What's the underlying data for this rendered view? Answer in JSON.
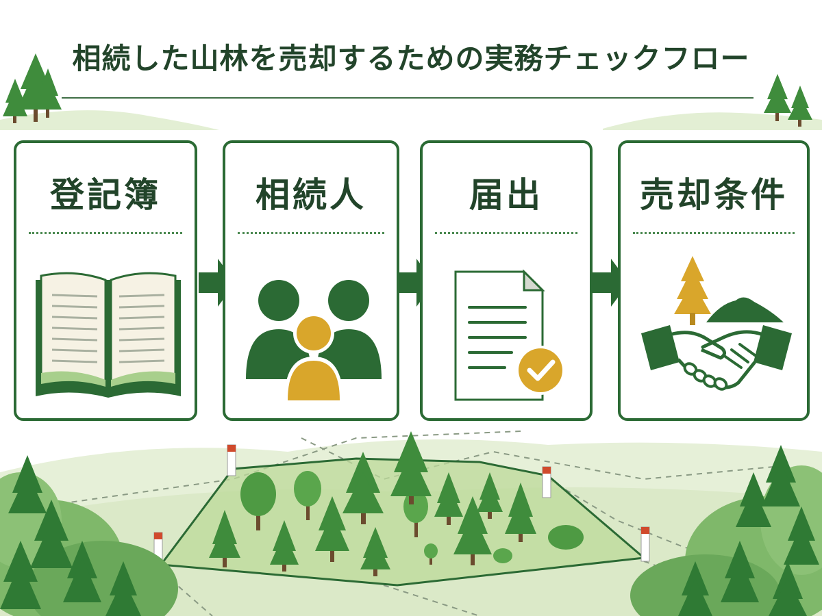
{
  "title": "相続した山林を売却するための実務チェックフロー",
  "steps": [
    {
      "label": "登記簿",
      "icon": "open-book-icon"
    },
    {
      "label": "相続人",
      "icon": "people-icon"
    },
    {
      "label": "届出",
      "icon": "document-check-icon"
    },
    {
      "label": "売却条件",
      "icon": "handshake-icon"
    }
  ],
  "colors": {
    "dark_green": "#2b6a34",
    "text_green": "#22442a",
    "light_green": "#d7e8c4",
    "mustard": "#d9a62b",
    "cream": "#f6f2e4"
  }
}
